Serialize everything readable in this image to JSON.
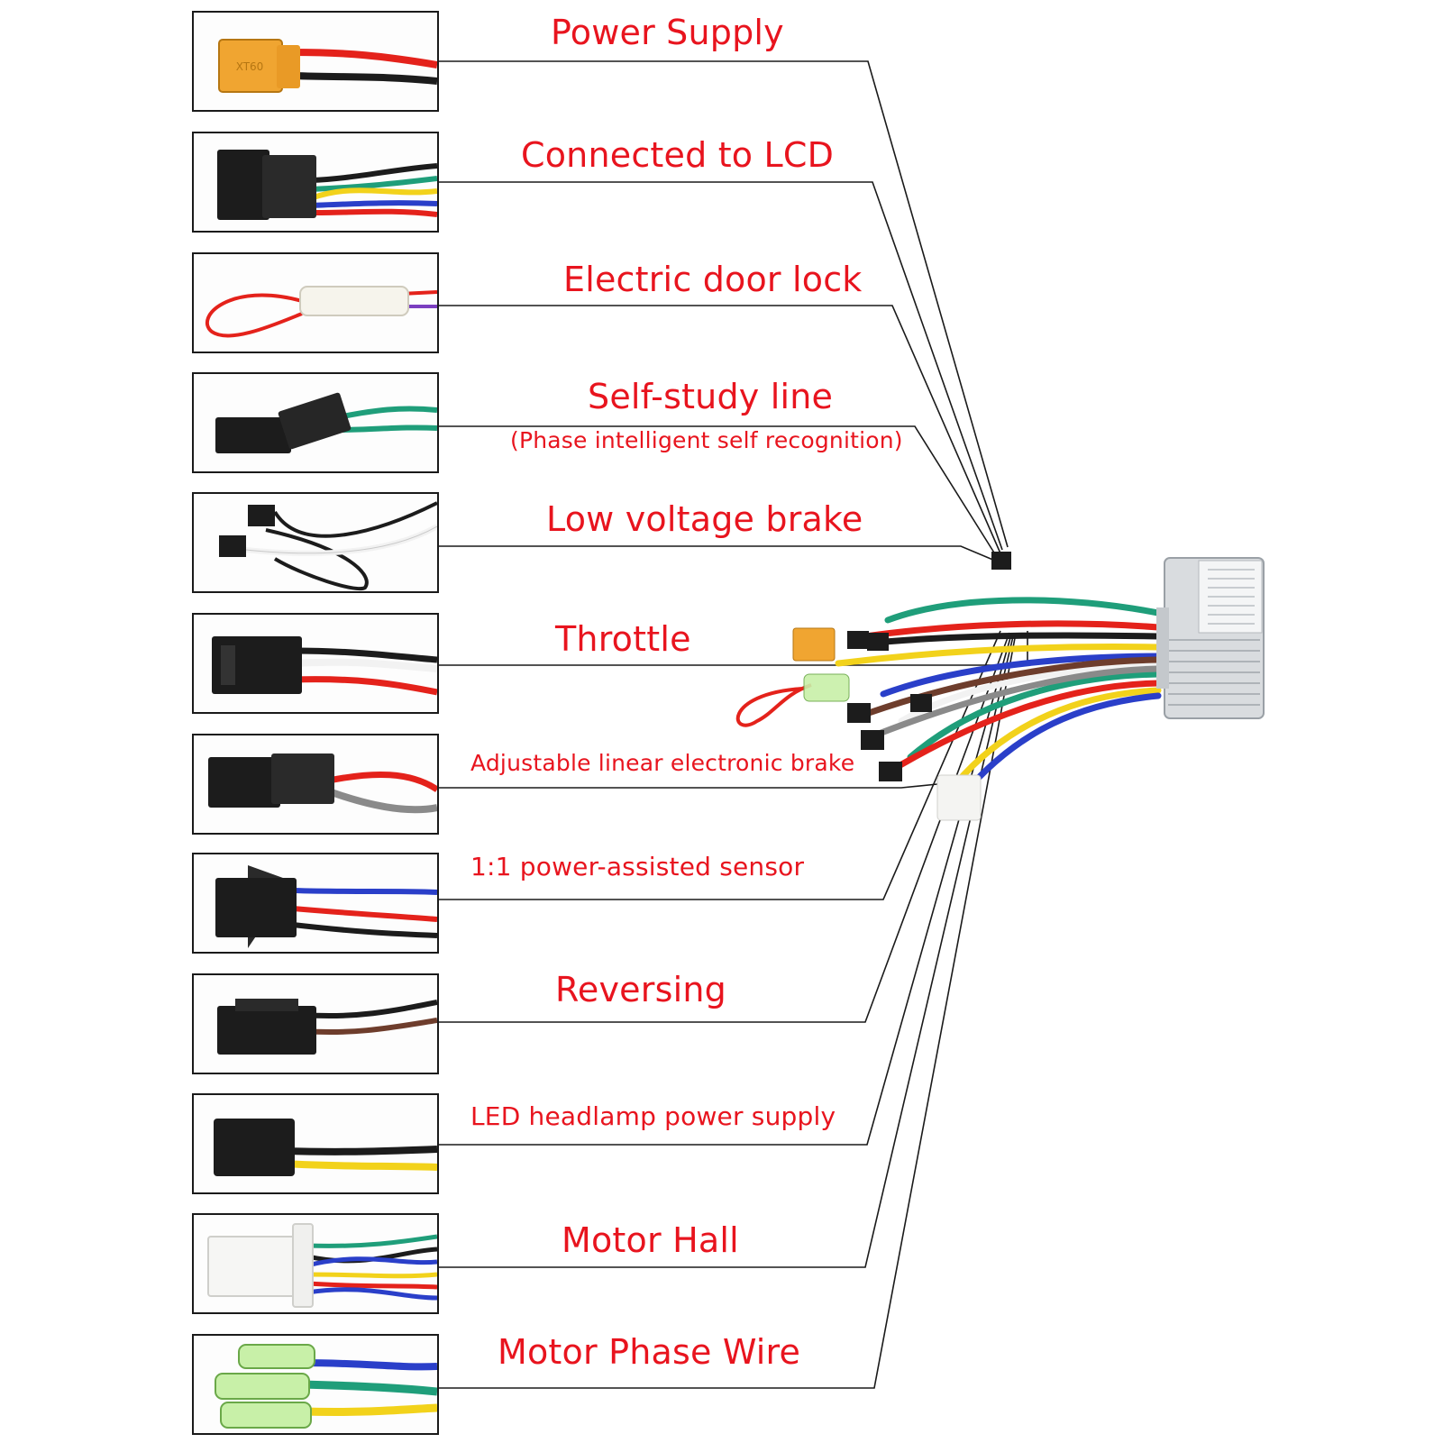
{
  "connectors": [
    {
      "label": "Power Supply"
    },
    {
      "label": "Connected to LCD"
    },
    {
      "label": "Electric door lock"
    },
    {
      "label": "Self-study line",
      "sublabel": "(Phase intelligent self recognition)"
    },
    {
      "label": "Low voltage brake"
    },
    {
      "label": "Throttle"
    },
    {
      "label": "Adjustable linear electronic brake"
    },
    {
      "label": "1:1 power-assisted sensor"
    },
    {
      "label": "Reversing"
    },
    {
      "label": "LED headlamp power supply"
    },
    {
      "label": "Motor Hall"
    },
    {
      "label": "Motor Phase Wire"
    }
  ],
  "connector_marking": "XT60",
  "colors": {
    "label": "#e8141e",
    "leader_line": "#1a1a1a",
    "wire_red": "#e4221b",
    "wire_black": "#1c1c1c",
    "wire_green": "#1f9e7a",
    "wire_yellow": "#f2d21b",
    "wire_blue": "#2a3fc9",
    "wire_white": "#f2f2f2",
    "wire_grey": "#8a8a8a",
    "wire_brown": "#6e3d2c",
    "wire_purple": "#7b3fc0",
    "connector_orange": "#f0a531",
    "controller_silver": "#d9dcdf"
  }
}
